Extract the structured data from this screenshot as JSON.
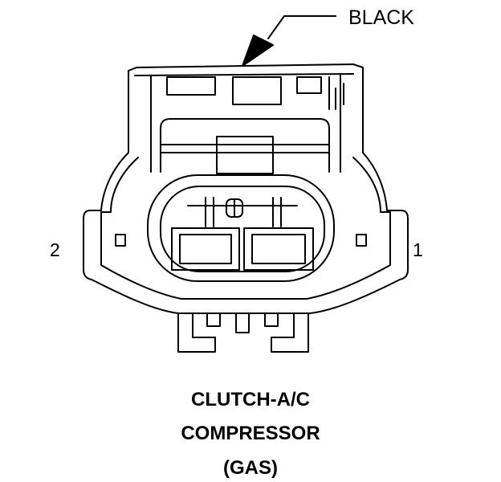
{
  "callout": {
    "color_label": "BLACK"
  },
  "pins": {
    "left": "2",
    "right": "1"
  },
  "caption": {
    "line1": "CLUTCH-A/C",
    "line2": "COMPRESSOR",
    "line3": "(GAS)"
  },
  "colors": {
    "stroke": "#000000",
    "background": "#ffffff"
  }
}
